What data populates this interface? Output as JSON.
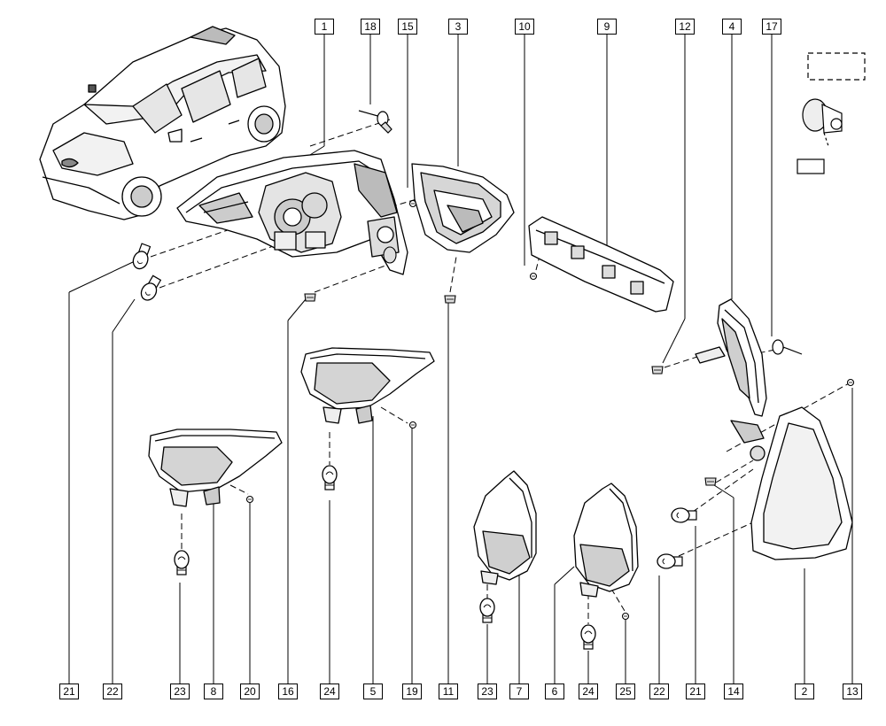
{
  "callouts_top": [
    "1",
    "18",
    "15",
    "3",
    "10",
    "9",
    "12",
    "4",
    "17"
  ],
  "callouts_bottom": [
    "21",
    "22",
    "23",
    "8",
    "20",
    "16",
    "24",
    "5",
    "19",
    "11",
    "23",
    "7",
    "6",
    "24",
    "25",
    "22",
    "21",
    "14",
    "2",
    "13"
  ],
  "icons": [
    "car-icon",
    "rear-lamp-icon",
    "bulb-icon",
    "clip-icon",
    "screw-icon",
    "connector-icon"
  ]
}
